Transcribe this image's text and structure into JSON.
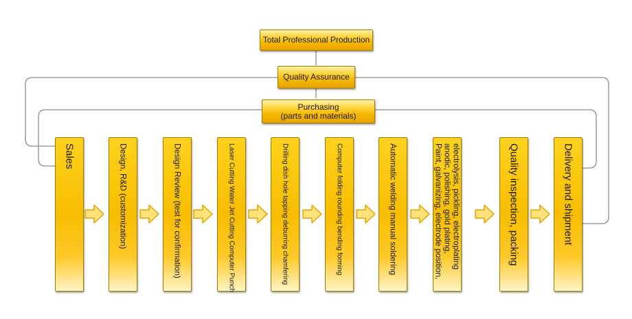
{
  "header": {
    "top": "Total Professional Production",
    "quality": "Quality Assurance",
    "purchasing_line1": "Purchasing",
    "purchasing_line2": "(parts and materials)"
  },
  "steps": [
    {
      "lines": [
        "Sales"
      ]
    },
    {
      "lines": [
        "Design, R&D (customization)"
      ]
    },
    {
      "lines": [
        "Design Review (test for confirmation)"
      ]
    },
    {
      "lines": [
        "Laser Cutting Water Jet Cutting Computer Punch"
      ]
    },
    {
      "lines": [
        "Drilling dish hole tapping deburring chamfering"
      ]
    },
    {
      "lines": [
        "Computer folding rounding bending forming"
      ]
    },
    {
      "lines": [
        "Automatic welding manual soldering"
      ]
    },
    {
      "lines": [
        "electrolysis, pickling, electroplating",
        "anodic, polishing, gold plating,",
        "Paint, galvanizing, electrode position,"
      ]
    },
    {
      "lines": [
        "Quality inspection, packing"
      ]
    },
    {
      "lines": [
        "Delivery and shipment"
      ]
    }
  ],
  "colors": {
    "box_fill": "#f6b800",
    "box_border": "#9a7a00",
    "arrow_fill": "#ffe27a",
    "arrow_stroke": "#e0a400",
    "connector": "#8c8c8c"
  }
}
